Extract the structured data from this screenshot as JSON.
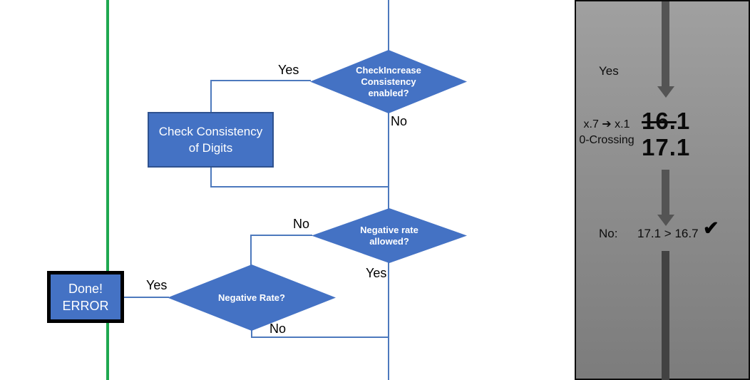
{
  "colors": {
    "node_blue": "#4472C4",
    "node_border_blue": "#2F528F",
    "connector_blue": "#4D79BD",
    "divider_green": "#1FA850",
    "panel_gray_top": "#A0A0A0",
    "panel_gray_bottom": "#7C7C7C",
    "arrow_gray": "#545454",
    "text_black": "#000000",
    "node_text_white": "#FFFFFF"
  },
  "flowchart": {
    "decision_top": "CheckIncrease\nConsistency\nenabled?",
    "process_check": "Check Consistency\nof Digits",
    "decision_negative_allowed": "Negative rate\nallowed?",
    "decision_negative_rate": "Negative Rate?",
    "terminal_error": "Done!\nERROR",
    "labels": {
      "yes_top": "Yes",
      "no_top": "No",
      "no_mid": "No",
      "yes_mid": "Yes",
      "yes_done": "Yes",
      "no_bottom": "No"
    }
  },
  "panel": {
    "yes_label": "Yes",
    "mapping": "x.7 ➔ x.1\n0-Crossing",
    "old_value_struck": "16.",
    "old_value_rest": "1",
    "new_value": "17.1",
    "result_label": "No:",
    "comparison": "17.1 > 16.7",
    "check_icon": "✔"
  }
}
